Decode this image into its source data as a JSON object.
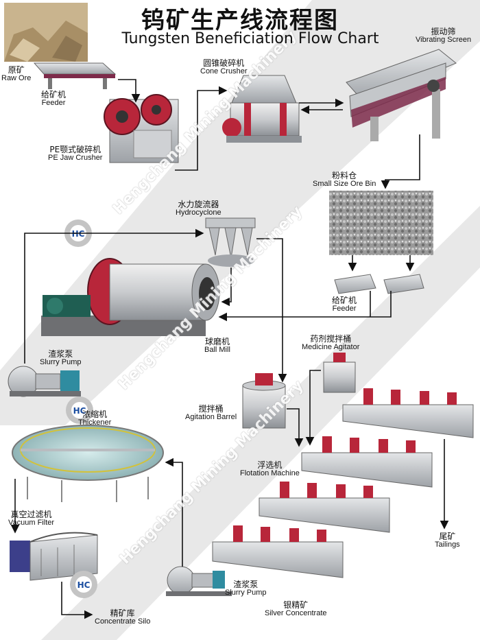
{
  "title": {
    "zh": "钨矿生产线流程图",
    "en": "Tungsten Beneficiation Flow Chart"
  },
  "watermark": "Hengchang Mining Machinery",
  "equipment": {
    "raw_ore": {
      "zh": "原矿",
      "en": "Raw Ore"
    },
    "feeder_top": {
      "zh": "给矿机",
      "en": "Feeder"
    },
    "jaw_crusher": {
      "zh": "PE颚式破碎机",
      "en": "PE Jaw Crusher"
    },
    "cone_crusher": {
      "zh": "圆锥破碎机",
      "en": "Cone Crusher"
    },
    "vibrating_screen": {
      "zh": "振动筛",
      "en": "Vibrating Screen"
    },
    "ore_bin": {
      "zh": "粉料仓",
      "en": "Small Size Ore Bin"
    },
    "hydrocyclone": {
      "zh": "水力旋流器",
      "en": "Hydrocyclone"
    },
    "feeder_bottom": {
      "zh": "给矿机",
      "en": "Feeder"
    },
    "ball_mill": {
      "zh": "球磨机",
      "en": "Ball Mill"
    },
    "slurry_pump_1": {
      "zh": "渣浆泵",
      "en": "Slurry Pump"
    },
    "medicine_agitator": {
      "zh": "药剂搅拌桶",
      "en": "Medicine Agitator"
    },
    "thickener": {
      "zh": "浓缩机",
      "en": "Thickener"
    },
    "agitation_barrel": {
      "zh": "搅拌桶",
      "en": "Agitation Barrel"
    },
    "flotation_machine": {
      "zh": "浮选机",
      "en": "Flotation Machine"
    },
    "tailings": {
      "zh": "尾矿",
      "en": "Tailings"
    },
    "vacuum_filter": {
      "zh": "真空过滤机",
      "en": "Vacuum Filter"
    },
    "slurry_pump_2": {
      "zh": "渣浆泵",
      "en": "Slurry Pump"
    },
    "silver_concentrate": {
      "zh": "银精矿",
      "en": "Silver Concentrate"
    },
    "concentrate_silo": {
      "zh": "精矿库",
      "en": "Concentrate Silo"
    }
  },
  "colors": {
    "flow_arrow": "#111111",
    "machine_red": "#b8263a",
    "steel": "#b9bcc0",
    "watermark_band": "#d9d9d9"
  }
}
